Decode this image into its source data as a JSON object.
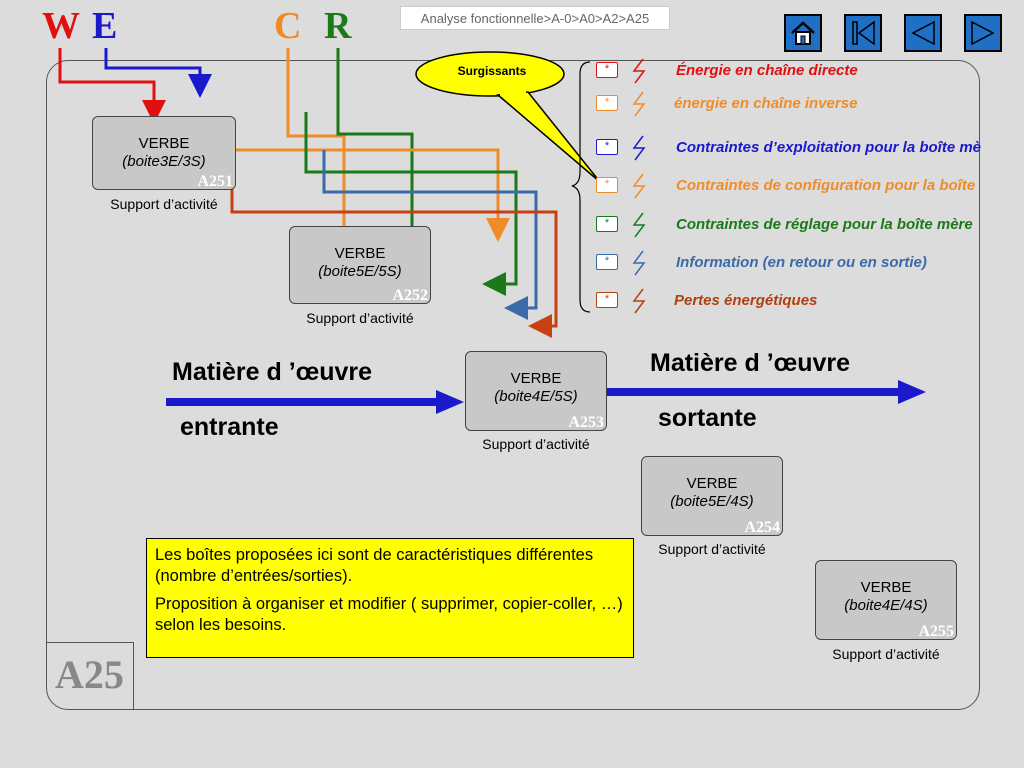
{
  "header": {
    "letters": [
      {
        "text": "W",
        "color": "#e01010"
      },
      {
        "text": "E",
        "color": "#1a1acc"
      },
      {
        "text": "C",
        "color": "#f08c28"
      },
      {
        "text": "R",
        "color": "#1a7a1a"
      }
    ],
    "breadcrumb": "Analyse fonctionnelle>A-0>A0>A2>A25"
  },
  "nav": {
    "buttons": [
      {
        "name": "home-button",
        "icon": "home-icon"
      },
      {
        "name": "first-page-button",
        "icon": "skip-start-icon"
      },
      {
        "name": "previous-button",
        "icon": "triangle-left-icon"
      },
      {
        "name": "next-button",
        "icon": "triangle-right-icon"
      }
    ],
    "color": "#1f6fc4"
  },
  "callout": {
    "label": "Surgissants",
    "color": "#ffff00"
  },
  "legend": [
    {
      "label": "Énergie en chaîne directe",
      "color": "#e01010"
    },
    {
      "label": "énergie en chaîne inverse",
      "color": "#f08c28"
    },
    {
      "label": "Contraintes d’exploitation pour la boîte mè",
      "color": "#1a1acc"
    },
    {
      "label": "Contraintes de configuration pour la boîte",
      "color": "#f08c28"
    },
    {
      "label": "Contraintes de réglage pour la boîte mère",
      "color": "#1a7a1a"
    },
    {
      "label": "Information (en retour ou en sortie)",
      "color": "#3a6aa8"
    },
    {
      "label": "Pertes énergétiques",
      "color": "#b04010"
    }
  ],
  "boxes": [
    {
      "verb": "VERBE",
      "param": "(boite3E/3S)",
      "code": "A251",
      "support": "Support d’activité"
    },
    {
      "verb": "VERBE",
      "param": "(boite5E/5S)",
      "code": "A252",
      "support": "Support d’activité"
    },
    {
      "verb": "VERBE",
      "param": "(boite4E/5S)",
      "code": "A253",
      "support": "Support d’activité"
    },
    {
      "verb": "VERBE",
      "param": "(boite5E/4S)",
      "code": "A254",
      "support": "Support d’activité"
    },
    {
      "verb": "VERBE",
      "param": "(boite4E/4S)",
      "code": "A255",
      "support": "Support d’activité"
    }
  ],
  "flow": {
    "input_line1": "Matière d ’œuvre",
    "input_line2": "entrante",
    "output_line1": "Matière d ’œuvre",
    "output_line2": "sortante"
  },
  "note": {
    "p1": "Les boîtes proposées ici sont de caractéristiques différentes (nombre d’entrées/sorties).",
    "p2": "Proposition à organiser et modifier ( supprimer, copier-coller, …) selon les besoins."
  },
  "slide_code": "A25"
}
